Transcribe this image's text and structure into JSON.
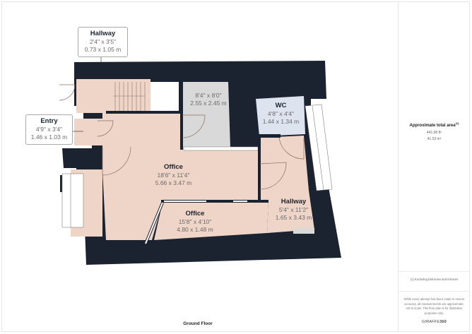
{
  "floor_name": "Ground Floor",
  "colors": {
    "wall": "#1b2230",
    "room_fill": "#efd5c7",
    "grey_room_fill": "#d9d9d9",
    "wc_fill": "#dde3ef",
    "label_border": "#a9a9a9"
  },
  "rooms": [
    {
      "name": "Hallway",
      "imperial": "2'4\" x 3'5\"",
      "metric": "0.73 x 1.05 m",
      "callout": true
    },
    {
      "name": "Entry",
      "imperial": "4'9\" x 3'4\"",
      "metric": "1.46 x 1.03 m",
      "callout": true
    },
    {
      "name": "",
      "imperial": "8'4\" x 8'0\"",
      "metric": "2.55 x 2.45 m",
      "callout": false
    },
    {
      "name": "WC",
      "imperial": "4'8\" x 4'4\"",
      "metric": "1.44 x 1.34 m",
      "callout": false
    },
    {
      "name": "Office",
      "imperial": "18'6\" x 11'4\"",
      "metric": "5.66 x 3.47 m",
      "callout": false
    },
    {
      "name": "Office",
      "imperial": "15'8\" x 4'10\"",
      "metric": "4.80 x 1.48 m",
      "callout": false
    },
    {
      "name": "Hallway",
      "imperial": "5'4\" x 11'2\"",
      "metric": "1.65 x 3.43 m",
      "callout": false
    }
  ],
  "sidebar": {
    "area_title": "Approximate total area",
    "area_footnote_marker": "(1)",
    "area_sqft": "441.68 ft²",
    "area_sqm": "41.03 m²",
    "footnote": "(1) Excluding balconies and terraces",
    "disclaimer": "While every attempt has been made to ensure accuracy, all measurements are approximate, not to scale. This floor plan is for illustrative purposes only.",
    "brand_prefix": "GIRAFFE",
    "brand_suffix": "360"
  }
}
